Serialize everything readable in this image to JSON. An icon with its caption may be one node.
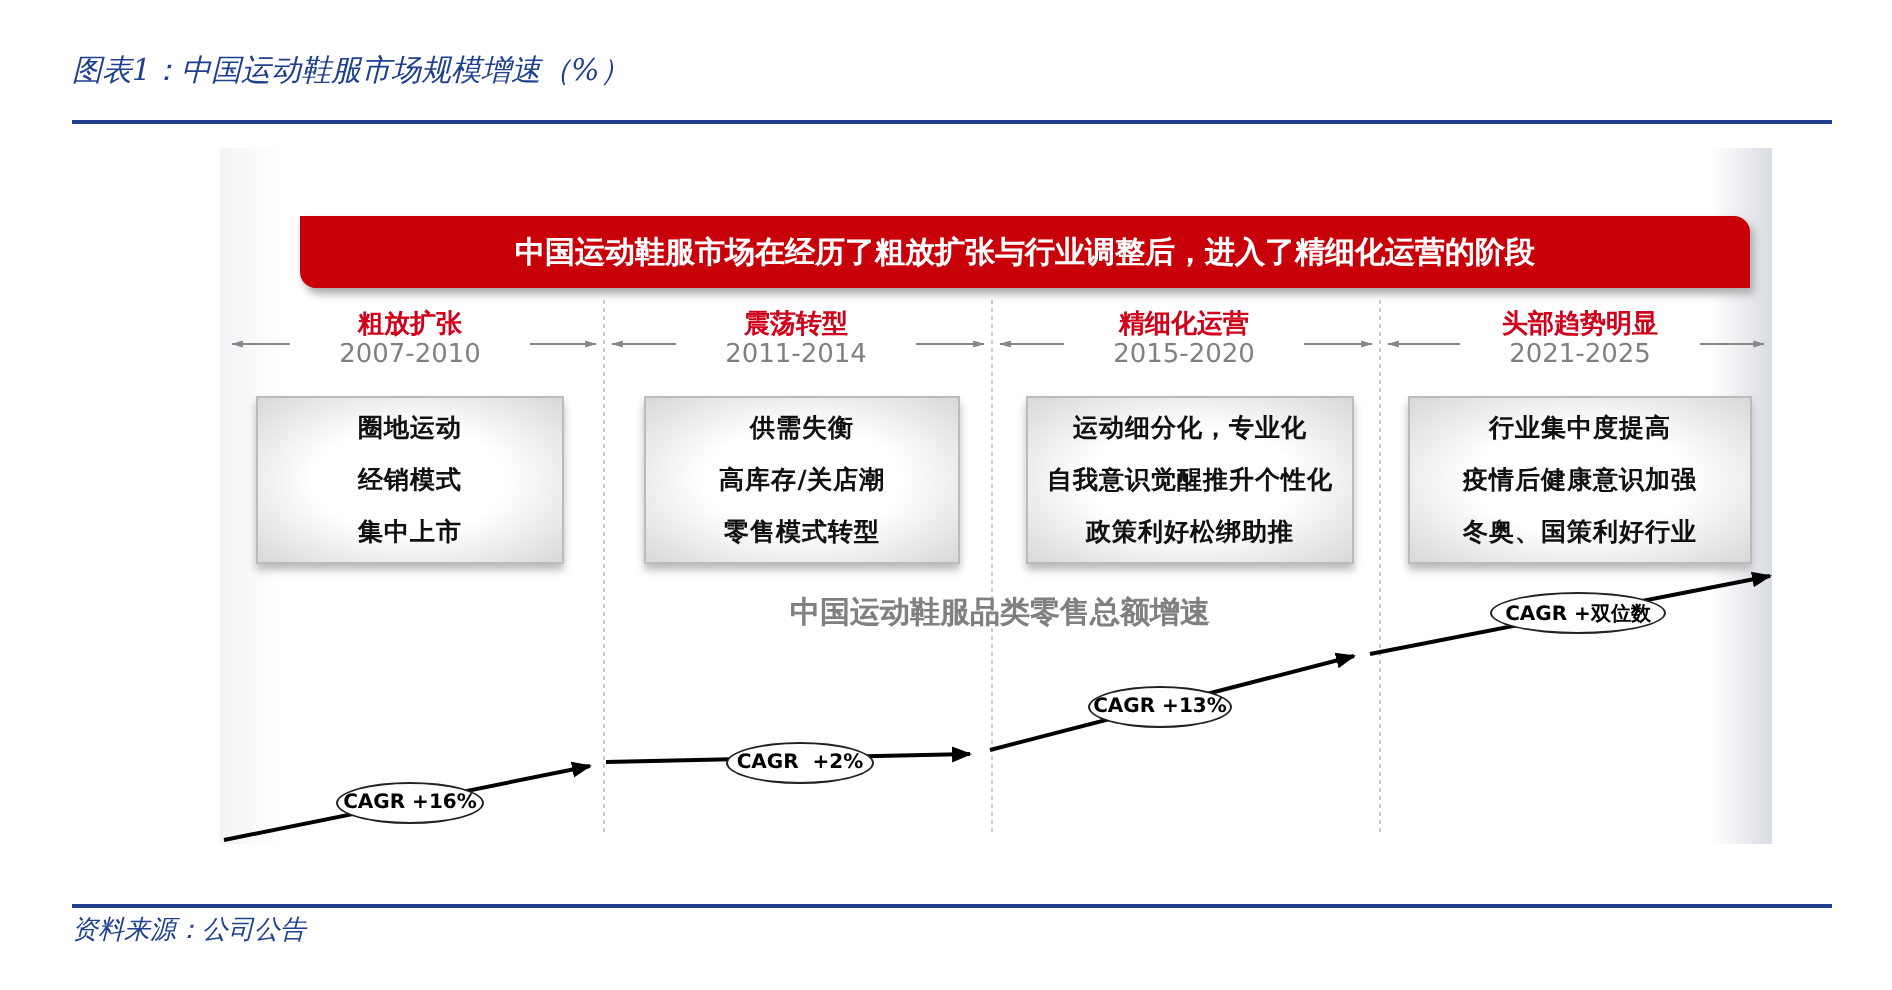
{
  "diagram": {
    "title": "图表1：中国运动鞋服市场规模增速（%）",
    "caption": "资料来源：公司公告",
    "nodes": [
      {
        "text": [
          "中国运动鞋服市场在经历了粗放扩张与行业调整后，进入了精细化运营的阶段"
        ]
      },
      {
        "text": [
          "圈地运动",
          "经销模式",
          "集中上市"
        ]
      },
      {
        "text": [
          "供需失衡",
          "高库存/关店潮",
          "零售模式转型"
        ]
      },
      {
        "text": [
          "运动细分化，专业化",
          "自我意识觉醒推升个性化",
          "政策利好松绑助推"
        ]
      },
      {
        "text": [
          "行业集中度提高",
          "疫情后健康意识加强",
          "冬奥、国策利好行业"
        ]
      },
      {
        "text": [
          "CAGR +16%"
        ]
      },
      {
        "text": [
          "CAGR  +2%"
        ]
      },
      {
        "text": [
          "CAGR +13%"
        ]
      },
      {
        "text": [
          "CAGR +双位数"
        ]
      }
    ],
    "labels": [
      "粗放扩张",
      "2007-2010",
      "震荡转型",
      "2011-2014",
      "精细化运营",
      "2015-2020",
      "头部趋势明显",
      "2021-2025",
      "中国运动鞋服品类零售总额增速"
    ]
  }
}
